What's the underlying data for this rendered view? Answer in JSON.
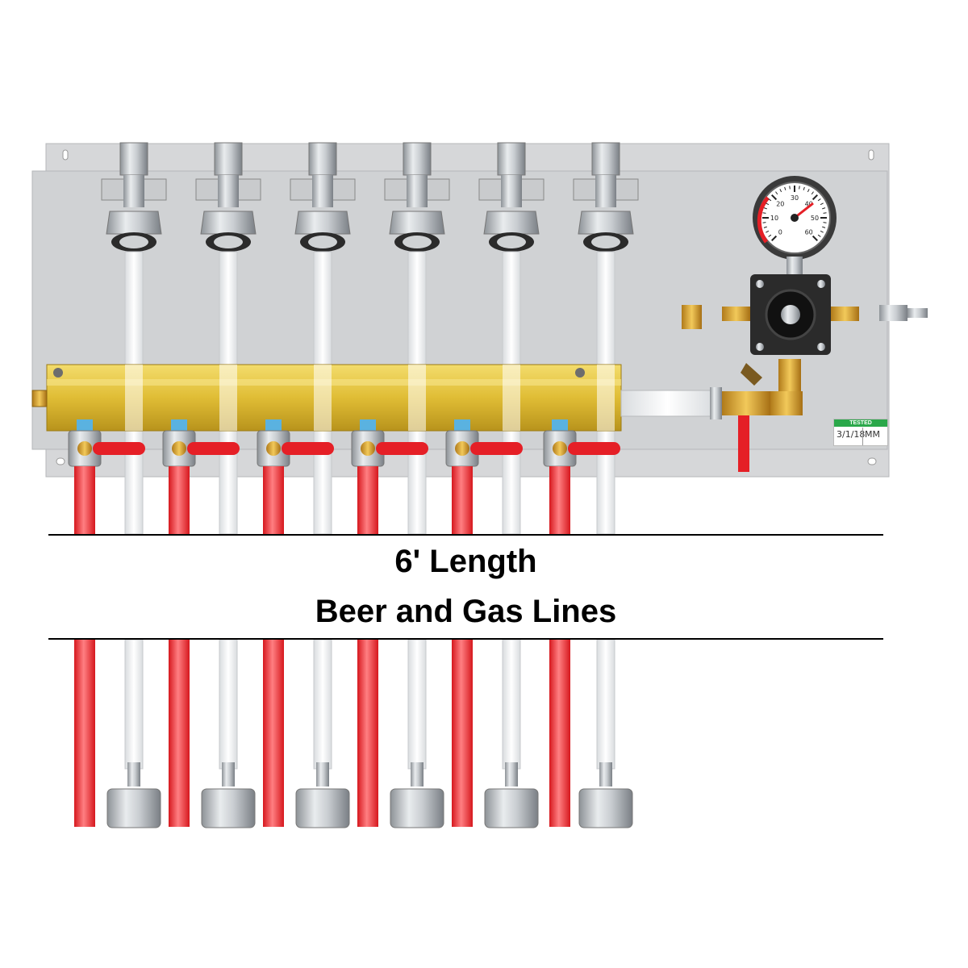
{
  "caption": {
    "line1": "6' Length",
    "line2": "Beer and Gas Lines"
  },
  "tested_tag": {
    "header": "TESTED",
    "date": "3/1/18",
    "initials": "MM"
  },
  "assembly": {
    "line_count": 6,
    "gas_line_color": "#e8262b",
    "beer_line_color": "#f4f4f4",
    "panel_color": "#d6d7d9",
    "manifold_color": "#e3c33a",
    "valve_handle_color": "#e51f26",
    "gauge_range": [
      "0",
      "10",
      "20",
      "30",
      "40",
      "50",
      "60"
    ]
  }
}
